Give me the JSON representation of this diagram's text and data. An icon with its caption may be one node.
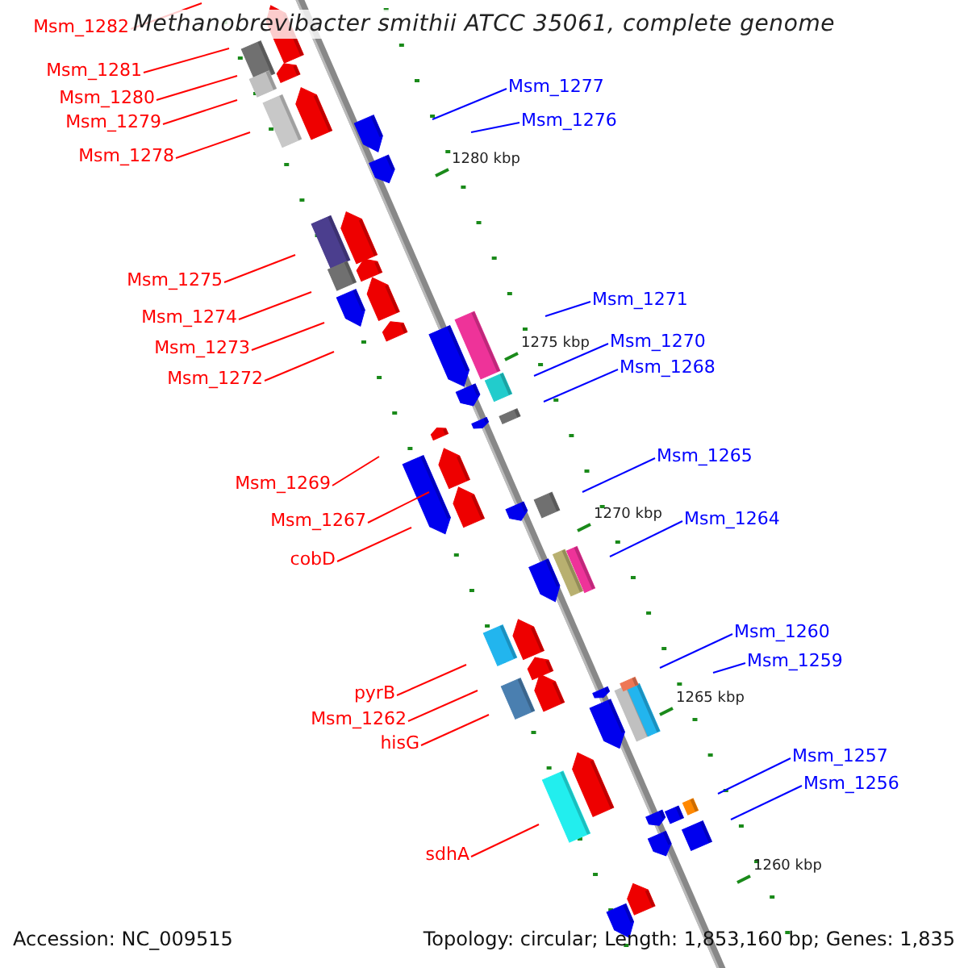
{
  "diagram": {
    "title": "Methanobrevibacter smithii ATCC 35061, complete genome",
    "nodes": [
      {
        "text": [
          "Msm_1282"
        ]
      },
      {
        "text": [
          "Msm_1281"
        ]
      },
      {
        "text": [
          "Msm_1280"
        ]
      },
      {
        "text": [
          "Msm_1279"
        ]
      },
      {
        "text": [
          "Msm_1278"
        ]
      },
      {
        "text": [
          "Msm_1277"
        ]
      },
      {
        "text": [
          "Msm_1276"
        ]
      },
      {
        "text": [
          "Msm_1275"
        ]
      },
      {
        "text": [
          "Msm_1274"
        ]
      },
      {
        "text": [
          "Msm_1273"
        ]
      },
      {
        "text": [
          "Msm_1272"
        ]
      },
      {
        "text": [
          "Msm_1271"
        ]
      },
      {
        "text": [
          "Msm_1270"
        ]
      },
      {
        "text": [
          "Msm_1268"
        ]
      },
      {
        "text": [
          "Msm_1269"
        ]
      },
      {
        "text": [
          "Msm_1267"
        ]
      },
      {
        "text": [
          "cobD"
        ]
      },
      {
        "text": [
          "Msm_1265"
        ]
      },
      {
        "text": [
          "Msm_1264"
        ]
      },
      {
        "text": [
          "Msm_1260"
        ]
      },
      {
        "text": [
          "Msm_1259"
        ]
      },
      {
        "text": [
          "pyrB"
        ]
      },
      {
        "text": [
          "Msm_1262"
        ]
      },
      {
        "text": [
          "hisG"
        ]
      },
      {
        "text": [
          "Msm_1257"
        ]
      },
      {
        "text": [
          "Msm_1256"
        ]
      },
      {
        "text": [
          "sdhA"
        ]
      }
    ],
    "edges": [
      {
        "from": 0,
        "to": null,
        "arrow": "none"
      },
      {
        "from": 1,
        "to": null,
        "arrow": "none"
      },
      {
        "from": 2,
        "to": null,
        "arrow": "none"
      },
      {
        "from": 3,
        "to": null,
        "arrow": "none"
      },
      {
        "from": 4,
        "to": null,
        "arrow": "none"
      },
      {
        "from": 5,
        "to": null,
        "arrow": "none",
        "color": "#0000ff"
      },
      {
        "from": 6,
        "to": null,
        "arrow": "none",
        "color": "#0000ff"
      },
      {
        "from": 7,
        "to": null,
        "arrow": "none"
      },
      {
        "from": 8,
        "to": null,
        "arrow": "none"
      },
      {
        "from": 9,
        "to": null,
        "arrow": "none"
      },
      {
        "from": 10,
        "to": null,
        "arrow": "none"
      },
      {
        "from": 11,
        "to": null,
        "arrow": "none",
        "color": "#0000ff"
      },
      {
        "from": 12,
        "to": null,
        "arrow": "none",
        "color": "#0000ff"
      },
      {
        "from": 13,
        "to": null,
        "arrow": "none",
        "color": "#0000ff"
      },
      {
        "from": 14,
        "to": null,
        "arrow": "none"
      },
      {
        "from": 15,
        "to": null,
        "arrow": "none"
      },
      {
        "from": 16,
        "to": null,
        "arrow": "none"
      },
      {
        "from": 17,
        "to": null,
        "arrow": "none",
        "color": "#0000ff"
      },
      {
        "from": 18,
        "to": null,
        "arrow": "none",
        "color": "#0000ff"
      },
      {
        "from": 19,
        "to": null,
        "arrow": "none",
        "color": "#0000ff"
      },
      {
        "from": 20,
        "to": null,
        "arrow": "none",
        "color": "#0000ff"
      },
      {
        "from": 21,
        "to": null,
        "arrow": "none"
      },
      {
        "from": 22,
        "to": null,
        "arrow": "none"
      },
      {
        "from": 23,
        "to": null,
        "arrow": "none"
      },
      {
        "from": 24,
        "to": null,
        "arrow": "none",
        "color": "#0000ff"
      },
      {
        "from": 25,
        "to": null,
        "arrow": "none",
        "color": "#0000ff"
      },
      {
        "from": 26,
        "to": null,
        "arrow": "none"
      }
    ],
    "labels": [
      "1280 kbp",
      "1275 kbp",
      "1270 kbp",
      "1265 kbp",
      "1260 kbp",
      "Accession: NC_009515",
      "Topology: circular; Length: 1,853,160 bp; Genes: 1,835"
    ]
  }
}
